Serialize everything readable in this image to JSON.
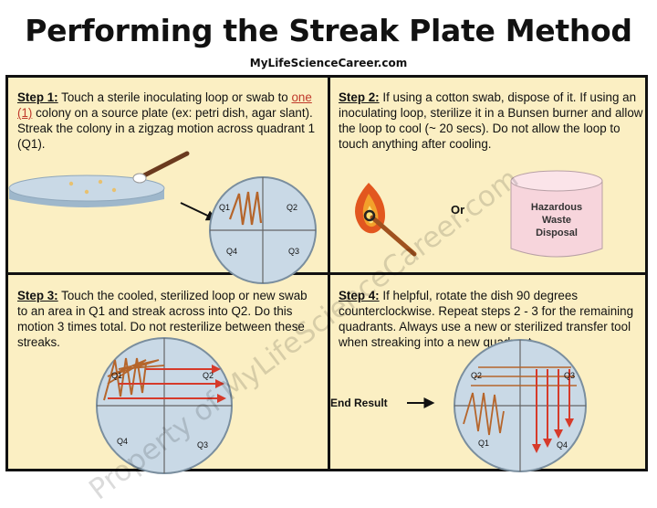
{
  "header": {
    "title": "Performing the Streak Plate Method",
    "subtitle": "MyLifeScienceCareer.com"
  },
  "steps": [
    {
      "label": "Step 1:",
      "text_before": " Touch a sterile inoculating loop or swab to ",
      "highlight": "one (1)",
      "text_after": " colony on a source plate (ex: petri dish, agar slant). Streak the colony in a zigzag motion across quadrant 1 (Q1)."
    },
    {
      "label": "Step 2:",
      "text": " If using a cotton swab, dispose of it. If using an inoculating loop, sterilize it in a Bunsen burner and allow the loop to cool (~ 20 secs). Do not allow the loop to touch anything after cooling."
    },
    {
      "label": "Step 3:",
      "text": " Touch the cooled, sterilized loop or new swab to an area in Q1 and streak across into Q2. Do this motion 3 times total. Do not resterilize between these streaks."
    },
    {
      "label": "Step 4:",
      "text": " If helpful, rotate the dish 90 degrees counterclockwise. Repeat steps 2 - 3 for the remaining quadrants. Always use a new or sterilized transfer tool when streaking into a new quadrant."
    }
  ],
  "quadrants": {
    "q1": "Q1",
    "q2": "Q2",
    "q3": "Q3",
    "q4": "Q4"
  },
  "or_label": "Or",
  "waste_bin": {
    "line1": "Hazardous",
    "line2": "Waste",
    "line3": "Disposal"
  },
  "end_result_label": "End Result",
  "watermark": "Property of MyLifeScienceCareer.com",
  "colors": {
    "panel_bg": "#fbefc3",
    "dish_fill": "#c9d9e6",
    "streak": "#b5652b",
    "arrow_red": "#d63a2a",
    "waste_bin": "#f7d5dc",
    "colony_highlight": "#c0392b"
  }
}
